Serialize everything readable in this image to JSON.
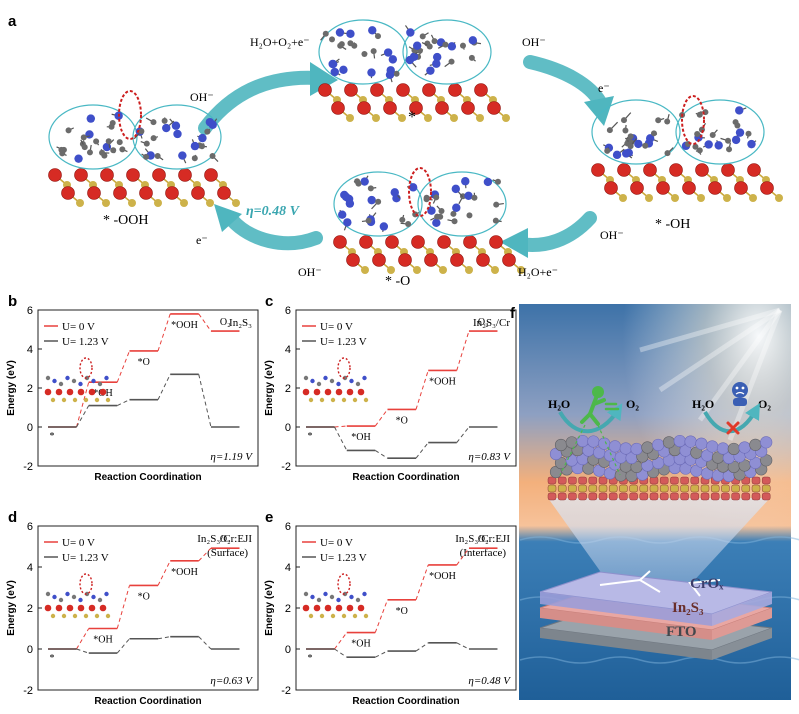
{
  "panel_labels": {
    "a": "a",
    "b": "b",
    "c": "c",
    "d": "d",
    "e": "e",
    "f": "f"
  },
  "cycle": {
    "states": [
      "*",
      "*-OH",
      "*-O",
      "*-OOH"
    ],
    "state_labels": {
      "star": "*",
      "oh": "* -OH",
      "o": "* -O",
      "ooh": "* -OOH"
    },
    "steps": {
      "top_oh": "OH⁻",
      "top_out": "H₂O+O₂+e⁻",
      "right_in": "OH⁻",
      "right_out": "e⁻",
      "bottom_right_in": "OH⁻",
      "bottom_right_out": "H₂O+e⁻",
      "bottom_left_in": "OH⁻",
      "bottom_left_out": "e⁻"
    },
    "overpotential": "η=0.48 V",
    "colors": {
      "arrow": "#4fb6bf",
      "eta": "#3aa6b0",
      "dashed_circle": "#cc1f1f",
      "ellipse": "#49b8c4"
    }
  },
  "energy_common": {
    "ylabel": "Energy (eV)",
    "xlabel": "Reaction Coordination",
    "legend": [
      "U= 0 V",
      "U= 1.23 V"
    ],
    "step_labels": [
      "*",
      "*OH",
      "*O",
      "*OOH",
      "O₂"
    ],
    "colors": {
      "u0": "#e8413c",
      "u123": "#555555"
    }
  },
  "chart_data": [
    {
      "type": "line",
      "id": "b",
      "title": "In₂S₃",
      "xlabel": "Reaction Coordination",
      "ylabel": "Energy (eV)",
      "categories": [
        "*",
        "*OH",
        "*O",
        "*OOH",
        "O₂"
      ],
      "ylim": [
        -2,
        6
      ],
      "yticks": [
        -2,
        0,
        2,
        4,
        6
      ],
      "series": [
        {
          "name": "U= 0 V",
          "values": [
            0,
            2.3,
            3.9,
            5.8,
            4.92
          ]
        },
        {
          "name": "U= 1.23 V",
          "values": [
            0,
            1.1,
            1.4,
            2.7,
            0
          ]
        }
      ],
      "eta": "η=1.19 V"
    },
    {
      "type": "line",
      "id": "c",
      "title": "In₂S₃/Cr",
      "xlabel": "Reaction Coordination",
      "ylabel": "Energy (eV)",
      "categories": [
        "*",
        "*OH",
        "*O",
        "*OOH",
        "O₂"
      ],
      "ylim": [
        -2,
        6
      ],
      "yticks": [
        -2,
        0,
        2,
        4,
        6
      ],
      "series": [
        {
          "name": "U= 0 V",
          "values": [
            0,
            0.05,
            0.9,
            2.9,
            4.92
          ]
        },
        {
          "name": "U= 1.23 V",
          "values": [
            0,
            -1.2,
            -1.6,
            -0.8,
            0
          ]
        }
      ],
      "eta": "η=0.83 V"
    },
    {
      "type": "line",
      "id": "d",
      "title": "In₂S₃/Cr:EJI",
      "subtitle": "(Surface)",
      "xlabel": "Reaction Coordination",
      "ylabel": "Energy (eV)",
      "categories": [
        "*",
        "*OH",
        "*O",
        "*OOH",
        "O₂"
      ],
      "ylim": [
        -2,
        6
      ],
      "yticks": [
        -2,
        0,
        2,
        4,
        6
      ],
      "series": [
        {
          "name": "U= 0 V",
          "values": [
            0,
            1.0,
            3.1,
            4.3,
            4.92
          ]
        },
        {
          "name": "U= 1.23 V",
          "values": [
            0,
            -0.2,
            0.5,
            0.6,
            0
          ]
        }
      ],
      "eta": "η=0.63 V"
    },
    {
      "type": "line",
      "id": "e",
      "title": "In₂S₃/Cr:EJI",
      "subtitle": "(Interface)",
      "xlabel": "Reaction Coordination",
      "ylabel": "Energy (eV)",
      "categories": [
        "*",
        "*OH",
        "*O",
        "*OOH",
        "O₂"
      ],
      "ylim": [
        -2,
        6
      ],
      "yticks": [
        -2,
        0,
        2,
        4,
        6
      ],
      "series": [
        {
          "name": "U= 0 V",
          "values": [
            0,
            0.8,
            2.4,
            4.1,
            4.92
          ]
        },
        {
          "name": "U= 1.23 V",
          "values": [
            0,
            -0.4,
            -0.1,
            0.3,
            0
          ]
        }
      ],
      "eta": "η=0.48 V"
    }
  ],
  "device": {
    "layers": [
      "CrOₓ",
      "In₂S₃",
      "FTO"
    ],
    "left_reactant": "H₂O",
    "left_product": "O₂",
    "right_reactant": "H₂O",
    "right_product": "O₂",
    "colors": {
      "crox": "#b8b9e6",
      "in2s3": "#e9a7a3",
      "fto": "#9aa3ab",
      "sea": "#2e6fa6",
      "sky_top": "#3a6fa6",
      "sky_glow": "#f6b57a",
      "runner": "#4db84a",
      "sad": "#3a5fb4",
      "cross": "#e03a2a"
    }
  }
}
